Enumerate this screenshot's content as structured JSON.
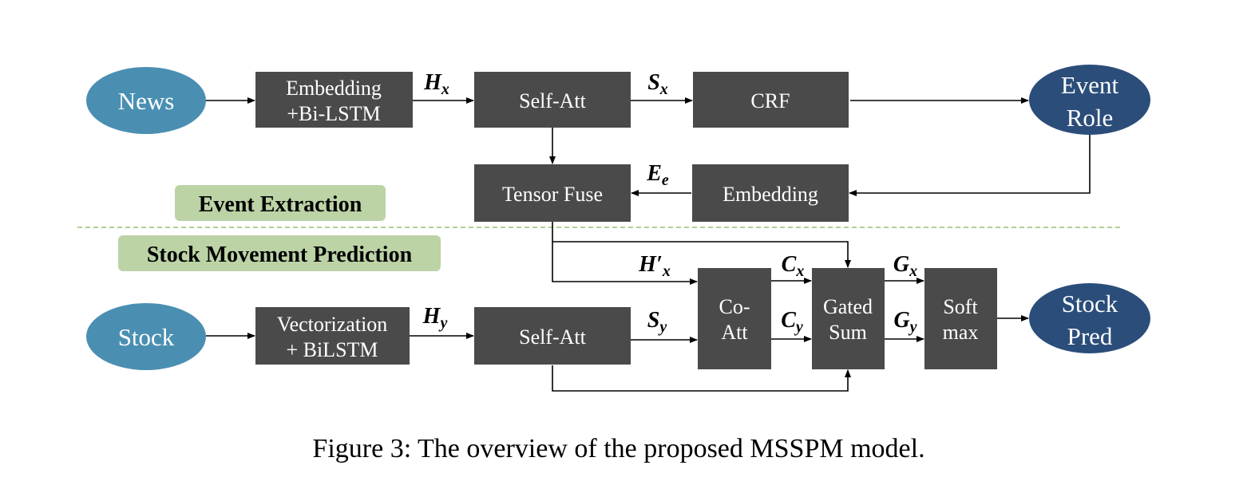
{
  "nodes": {
    "news": "News",
    "stock": "Stock",
    "event_role": [
      "Event",
      "Role"
    ],
    "stock_pred": [
      "Stock",
      "Pred"
    ],
    "embedding_bilstm": [
      "Embedding",
      "+Bi-LSTM"
    ],
    "self_att_top": "Self-Att",
    "crf": "CRF",
    "tensor_fuse": "Tensor Fuse",
    "embedding": "Embedding",
    "vectorization_bilstm": [
      "Vectorization",
      "+ BiLSTM"
    ],
    "self_att_bottom": "Self-Att",
    "co_att": [
      "Co-",
      "Att"
    ],
    "gated_sum": [
      "Gated",
      "Sum"
    ],
    "softmax": [
      "Soft",
      "max"
    ]
  },
  "tags": {
    "event_extraction": "Event Extraction",
    "stock_movement_prediction": "Stock Movement Prediction"
  },
  "edge_labels": {
    "hx": {
      "main": "H",
      "sub": "x"
    },
    "sx": {
      "main": "S",
      "sub": "x"
    },
    "ee": {
      "main": "E",
      "sub": "e"
    },
    "hx_prime": {
      "main": "H′",
      "sub": "x"
    },
    "cx": {
      "main": "C",
      "sub": "x"
    },
    "gx": {
      "main": "G",
      "sub": "x"
    },
    "hy": {
      "main": "H",
      "sub": "y"
    },
    "sy": {
      "main": "S",
      "sub": "y"
    },
    "cy": {
      "main": "C",
      "sub": "y"
    },
    "gy": {
      "main": "G",
      "sub": "y"
    }
  },
  "caption": "Figure 3: The overview of the proposed MSSPM model.",
  "colors": {
    "box": "#4a4a4a",
    "ellipse_light": "#4a8fb2",
    "ellipse_dark": "#2b4d7a",
    "tag": "#bcd3a6",
    "divider": "#9bbf7d"
  }
}
